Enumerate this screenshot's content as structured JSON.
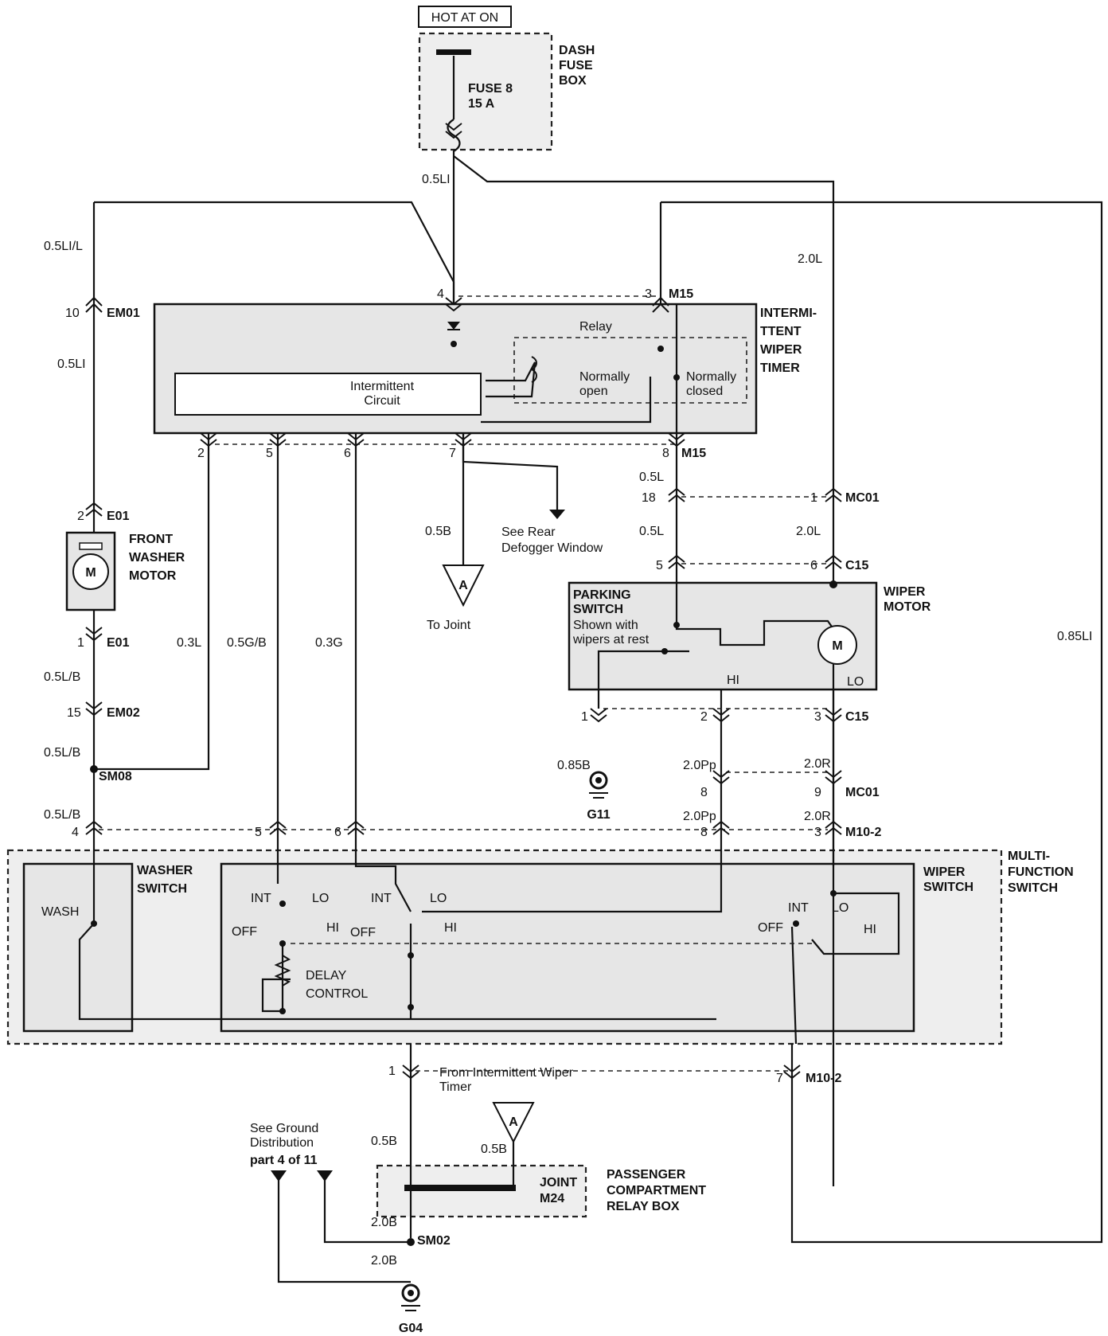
{
  "power": {
    "source": "HOT AT ON",
    "fuse_box": "DASH\nFUSE\nBOX",
    "fuse": "FUSE 8\n15 A"
  },
  "timer": {
    "title": "INTERMI-\nTTENT\nWIPER\nTIMER",
    "relay": "Relay",
    "circuit": "Intermittent\nCircuit",
    "no": "Normally\nopen",
    "nc": "Normally\nclosed"
  },
  "washer_motor": {
    "title": "FRONT\nWASHER\nMOTOR",
    "symbol": "M"
  },
  "wiper_motor": {
    "title": "WIPER\nMOTOR",
    "symbol": "M",
    "hi": "HI",
    "lo": "LO"
  },
  "parking": {
    "title": "PARKING\nSWITCH",
    "note": "Shown with\nwipers at rest"
  },
  "mfs": {
    "title": "MULTI-\nFUNCTION\nSWITCH",
    "washer": "WASHER\nSWITCH",
    "wiper": "WIPER\nSWITCH",
    "wash": "WASH",
    "int": "INT",
    "lo": "LO",
    "hi": "HI",
    "off": "OFF",
    "delay": "DELAY\nCONTROL"
  },
  "notes": {
    "defogger": "See Rear\nDefogger Window",
    "to_joint": "To Joint",
    "from_timer": "From Intermittent Wiper\nTimer",
    "ground_pre": "See Ground\nDistribution",
    "ground_part": "part 4 of 11"
  },
  "relay_box": {
    "joint": "JOINT\nM24",
    "title": "PASSENGER\nCOMPARTMENT\nRELAY BOX"
  },
  "joint_letter": "A",
  "grounds": {
    "g11": "G11",
    "g04": "G04"
  },
  "labels": [
    {
      "id": "w1",
      "t": "0.5LI"
    },
    {
      "id": "w2",
      "t": "0.5LI/L"
    },
    {
      "id": "w3",
      "t": "10"
    },
    {
      "id": "w4",
      "t": "EM01"
    },
    {
      "id": "w5",
      "t": "0.5LI"
    },
    {
      "id": "w6",
      "t": "4"
    },
    {
      "id": "w7",
      "t": "3"
    },
    {
      "id": "w8",
      "t": "M15"
    },
    {
      "id": "w9",
      "t": "2.0L"
    },
    {
      "id": "w10",
      "t": "2"
    },
    {
      "id": "w11",
      "t": "5"
    },
    {
      "id": "w12",
      "t": "6"
    },
    {
      "id": "w13",
      "t": "7"
    },
    {
      "id": "w14",
      "t": "8"
    },
    {
      "id": "w15",
      "t": "M15"
    },
    {
      "id": "w16",
      "t": "0.5L"
    },
    {
      "id": "w17",
      "t": "18"
    },
    {
      "id": "w18",
      "t": "1"
    },
    {
      "id": "w19",
      "t": "MC01"
    },
    {
      "id": "w20",
      "t": "0.5L"
    },
    {
      "id": "w21",
      "t": "2.0L"
    },
    {
      "id": "w22",
      "t": "5"
    },
    {
      "id": "w23",
      "t": "6"
    },
    {
      "id": "w24",
      "t": "C15"
    },
    {
      "id": "w25",
      "t": "2"
    },
    {
      "id": "w26",
      "t": "E01"
    },
    {
      "id": "w27",
      "t": "0.5B"
    },
    {
      "id": "w28",
      "t": "1"
    },
    {
      "id": "w29",
      "t": "E01"
    },
    {
      "id": "w30",
      "t": "0.3L"
    },
    {
      "id": "w31",
      "t": "0.5G/B"
    },
    {
      "id": "w32",
      "t": "0.3G"
    },
    {
      "id": "w33",
      "t": "0.5L/B"
    },
    {
      "id": "w34",
      "t": "15"
    },
    {
      "id": "w35",
      "t": "EM02"
    },
    {
      "id": "w36",
      "t": "0.5L/B"
    },
    {
      "id": "w37",
      "t": "SM08"
    },
    {
      "id": "w38",
      "t": "0.5L/B"
    },
    {
      "id": "w39",
      "t": "4"
    },
    {
      "id": "w40",
      "t": "5"
    },
    {
      "id": "w41",
      "t": "6"
    },
    {
      "id": "w42",
      "t": "1"
    },
    {
      "id": "w43",
      "t": "2"
    },
    {
      "id": "w44",
      "t": "3"
    },
    {
      "id": "w45",
      "t": "C15"
    },
    {
      "id": "w46",
      "t": "0.85B"
    },
    {
      "id": "w47",
      "t": "2.0Pp"
    },
    {
      "id": "w48",
      "t": "2.0R"
    },
    {
      "id": "w49",
      "t": "8"
    },
    {
      "id": "w50",
      "t": "9"
    },
    {
      "id": "w51",
      "t": "MC01"
    },
    {
      "id": "w52",
      "t": "2.0Pp"
    },
    {
      "id": "w53",
      "t": "2.0R"
    },
    {
      "id": "w54",
      "t": "8"
    },
    {
      "id": "w55",
      "t": "3"
    },
    {
      "id": "w56",
      "t": "M10-2"
    },
    {
      "id": "w57",
      "t": "0.85LI"
    },
    {
      "id": "w58",
      "t": "1"
    },
    {
      "id": "w59",
      "t": "7"
    },
    {
      "id": "w60",
      "t": "M10-2"
    },
    {
      "id": "w61",
      "t": "0.5B"
    },
    {
      "id": "w62",
      "t": "0.5B"
    },
    {
      "id": "w63",
      "t": "2.0B"
    },
    {
      "id": "w64",
      "t": "SM02"
    },
    {
      "id": "w65",
      "t": "2.0B"
    }
  ]
}
